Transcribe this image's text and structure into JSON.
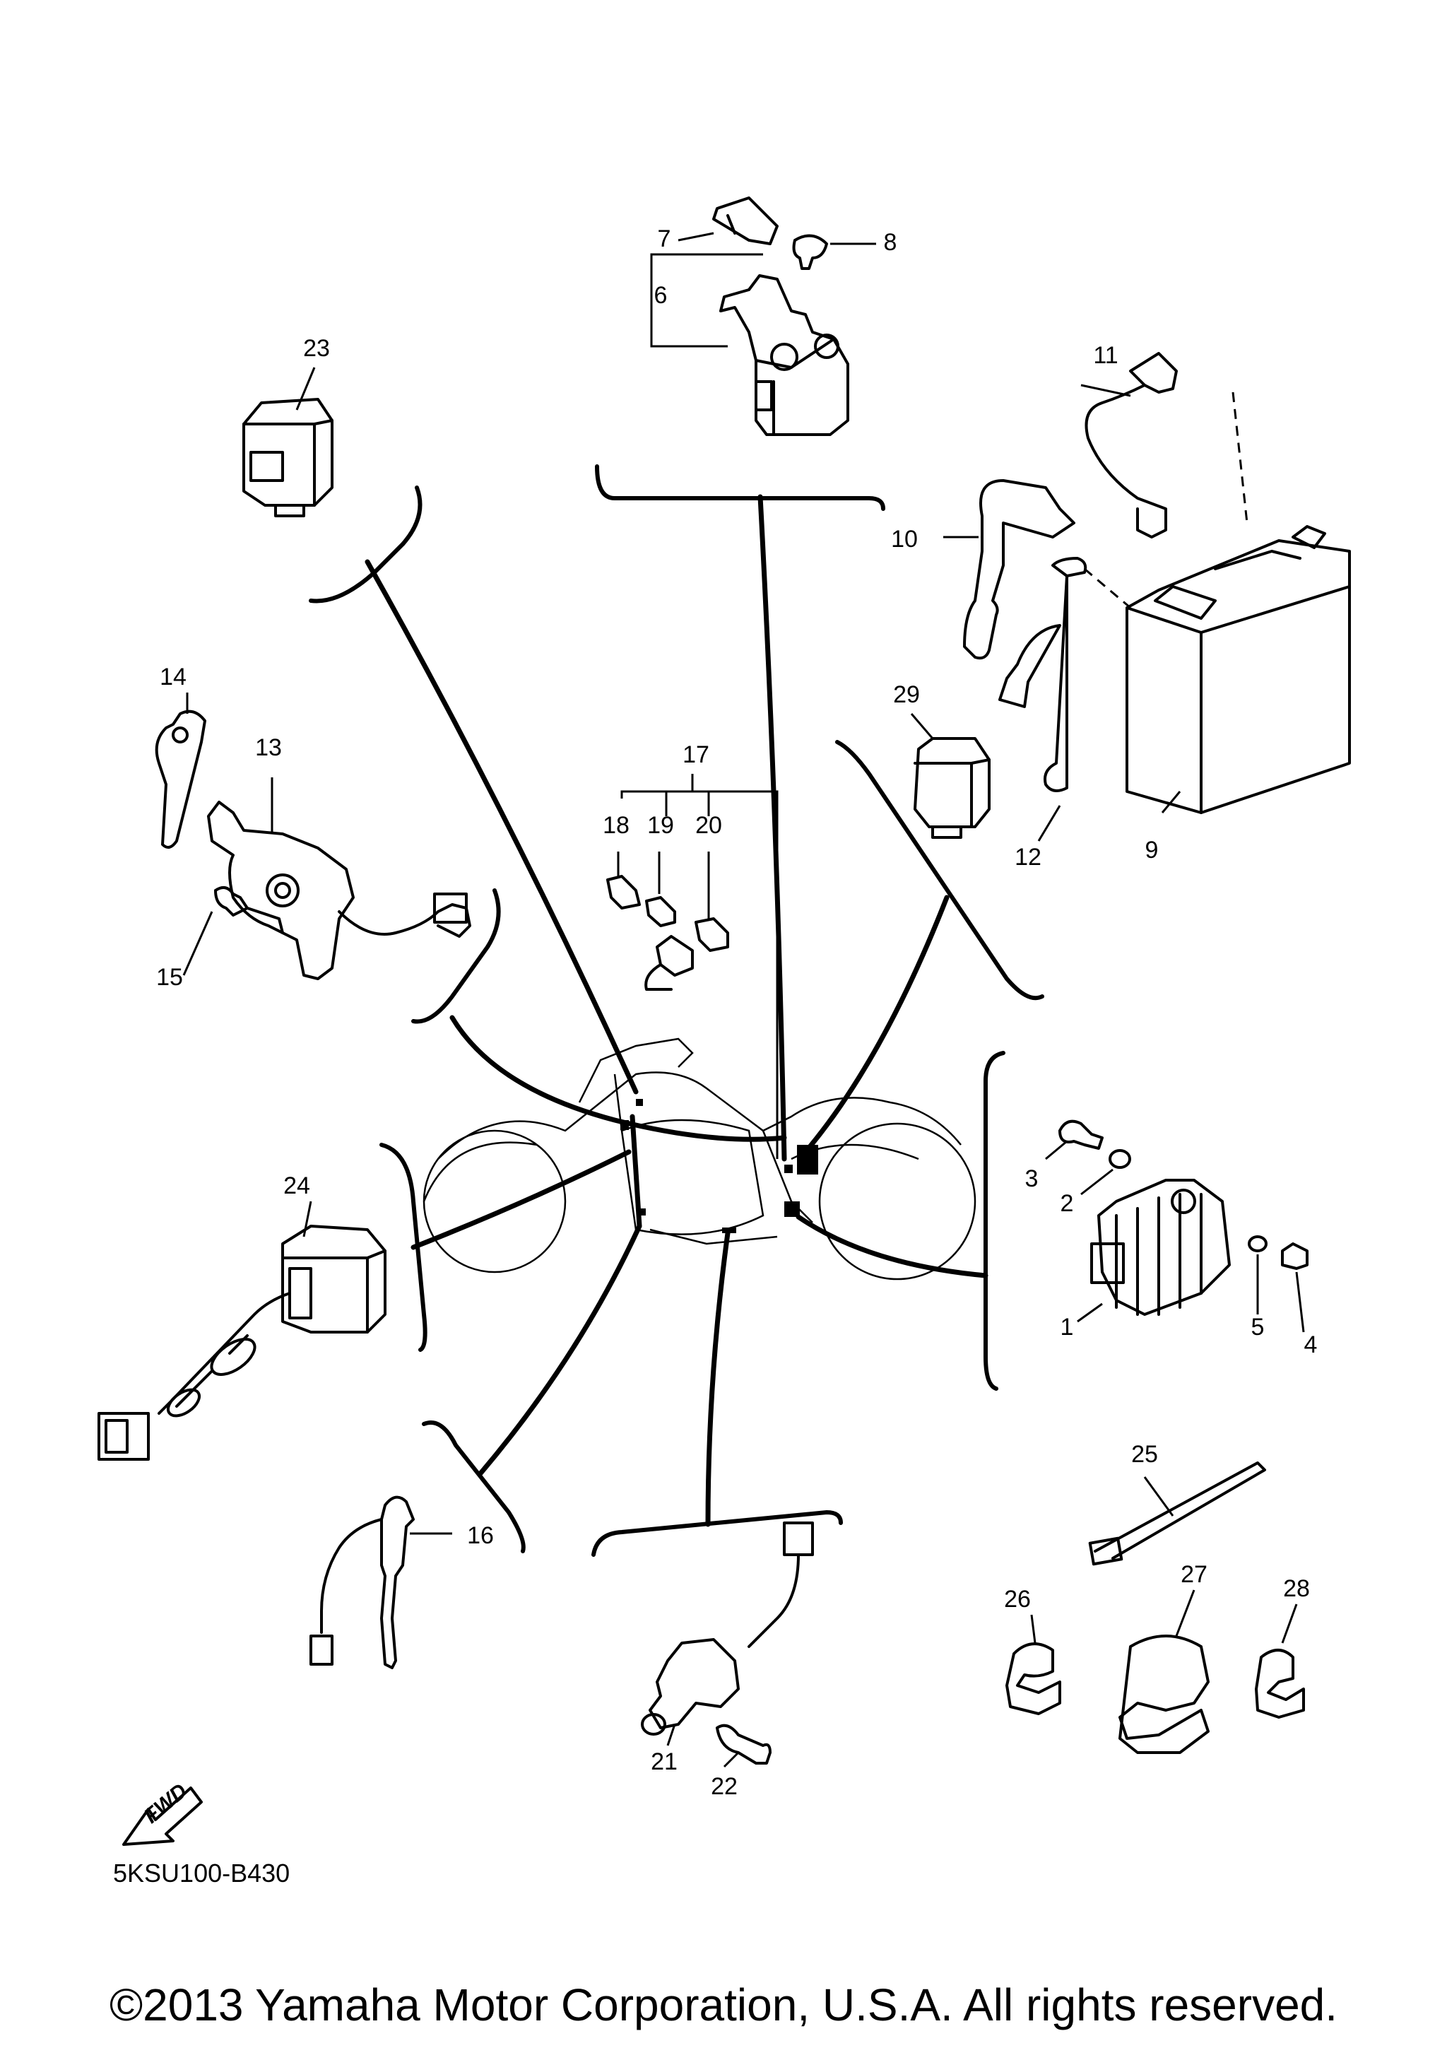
{
  "callouts": [
    {
      "id": "1",
      "label": "1"
    },
    {
      "id": "2",
      "label": "2"
    },
    {
      "id": "3",
      "label": "3"
    },
    {
      "id": "4",
      "label": "4"
    },
    {
      "id": "5",
      "label": "5"
    },
    {
      "id": "6",
      "label": "6"
    },
    {
      "id": "7",
      "label": "7"
    },
    {
      "id": "8",
      "label": "8"
    },
    {
      "id": "9",
      "label": "9"
    },
    {
      "id": "10",
      "label": "10"
    },
    {
      "id": "11",
      "label": "11"
    },
    {
      "id": "12",
      "label": "12"
    },
    {
      "id": "13",
      "label": "13"
    },
    {
      "id": "14",
      "label": "14"
    },
    {
      "id": "15",
      "label": "15"
    },
    {
      "id": "16",
      "label": "16"
    },
    {
      "id": "17",
      "label": "17"
    },
    {
      "id": "18",
      "label": "18"
    },
    {
      "id": "19",
      "label": "19"
    },
    {
      "id": "20",
      "label": "20"
    },
    {
      "id": "21",
      "label": "21"
    },
    {
      "id": "22",
      "label": "22"
    },
    {
      "id": "23",
      "label": "23"
    },
    {
      "id": "24",
      "label": "24"
    },
    {
      "id": "25",
      "label": "25"
    },
    {
      "id": "26",
      "label": "26"
    },
    {
      "id": "27",
      "label": "27"
    },
    {
      "id": "28",
      "label": "28"
    },
    {
      "id": "29",
      "label": "29"
    }
  ],
  "forward_arrow_label": "FWD",
  "diagram_code": "5KSU100-B430",
  "copyright": "©2013 Yamaha Motor Corporation, U.S.A. All rights reserved."
}
